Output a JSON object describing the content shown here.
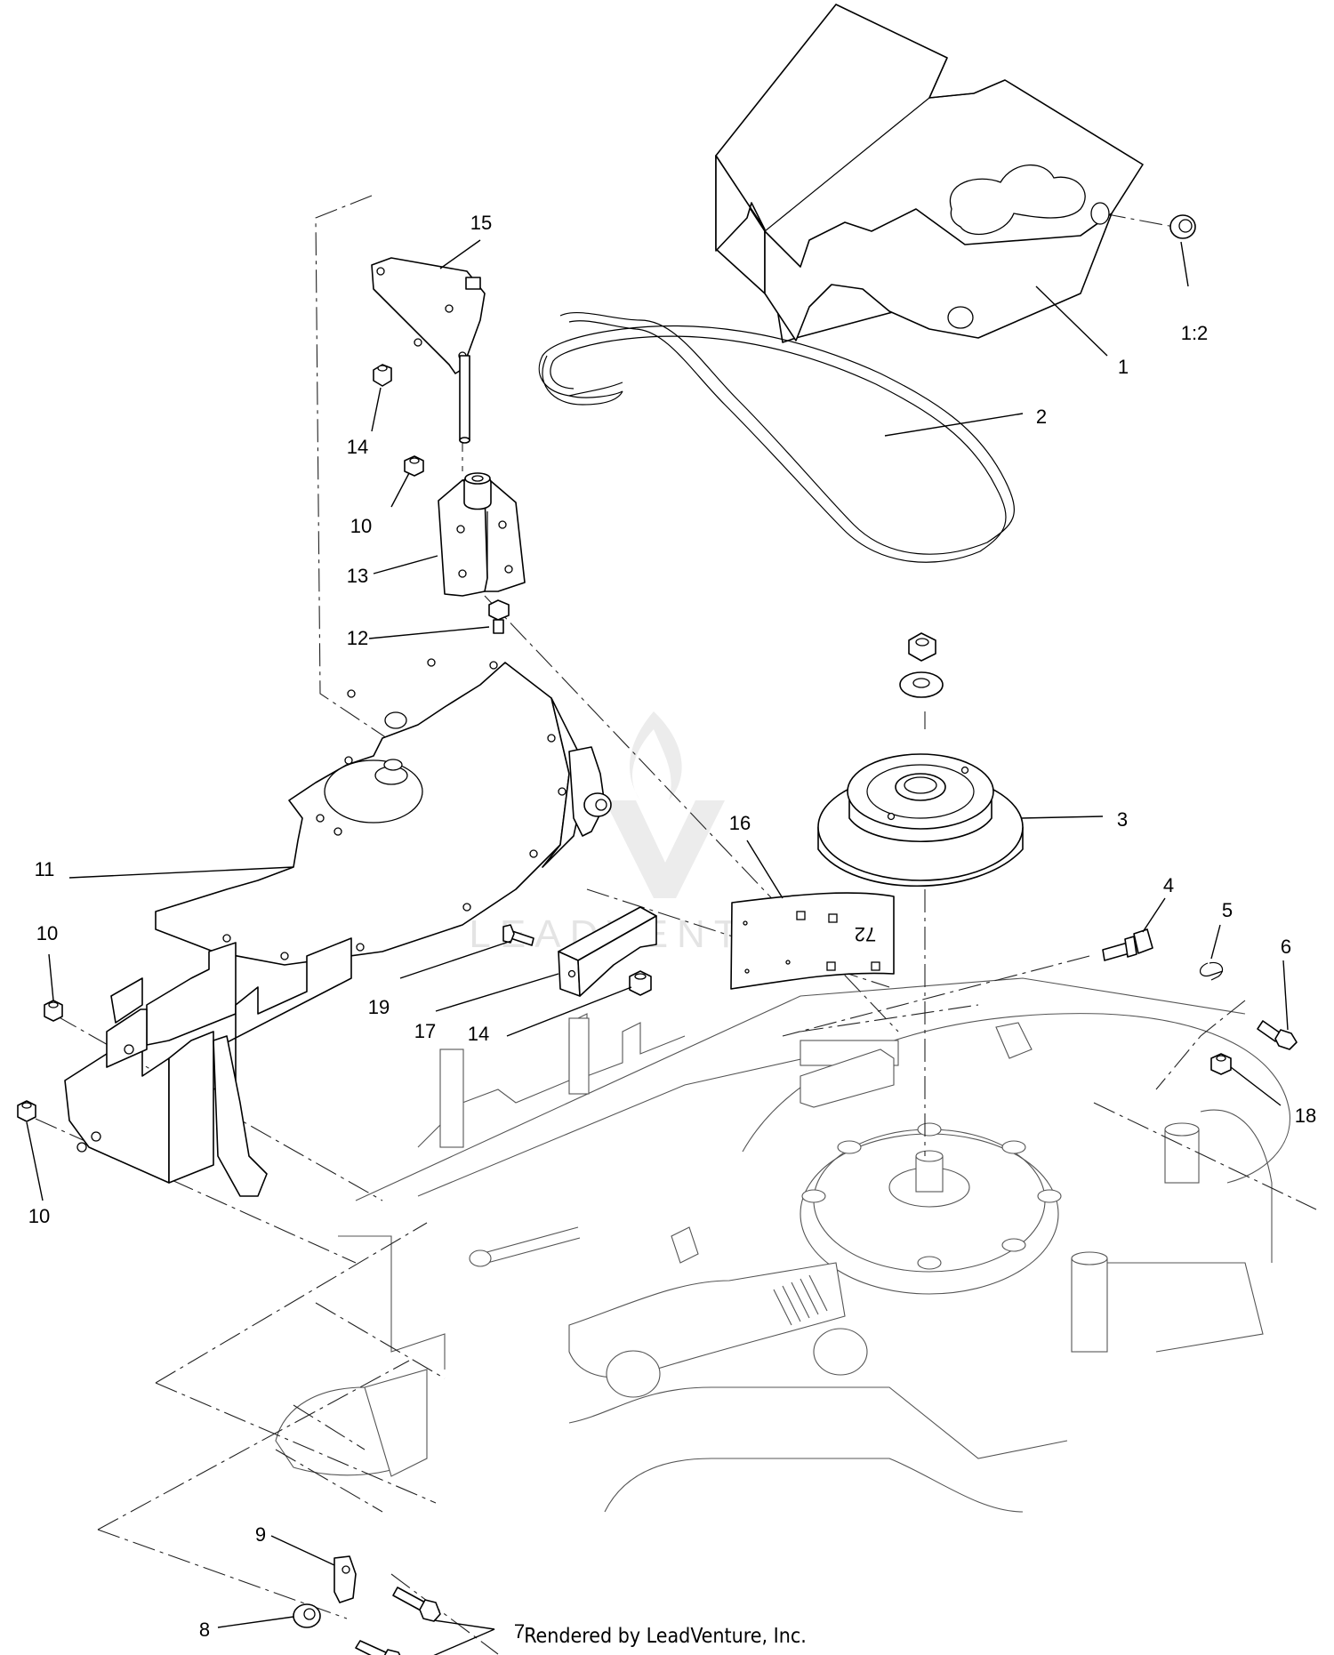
{
  "diagram": {
    "callouts": [
      {
        "id": "1",
        "label": "1"
      },
      {
        "id": "1-2",
        "label": "1:2"
      },
      {
        "id": "2",
        "label": "2"
      },
      {
        "id": "3",
        "label": "3"
      },
      {
        "id": "4",
        "label": "4"
      },
      {
        "id": "5",
        "label": "5"
      },
      {
        "id": "6",
        "label": "6"
      },
      {
        "id": "7",
        "label": "7"
      },
      {
        "id": "8",
        "label": "8"
      },
      {
        "id": "9",
        "label": "9"
      },
      {
        "id": "10a",
        "label": "10"
      },
      {
        "id": "10b",
        "label": "10"
      },
      {
        "id": "10c",
        "label": "10"
      },
      {
        "id": "11",
        "label": "11"
      },
      {
        "id": "12",
        "label": "12"
      },
      {
        "id": "13",
        "label": "13"
      },
      {
        "id": "14a",
        "label": "14"
      },
      {
        "id": "14b",
        "label": "14"
      },
      {
        "id": "15",
        "label": "15"
      },
      {
        "id": "16",
        "label": "16"
      },
      {
        "id": "17",
        "label": "17"
      },
      {
        "id": "18",
        "label": "18"
      },
      {
        "id": "19",
        "label": "19"
      }
    ],
    "decal_text": "72",
    "watermark": "LEADVENTURE",
    "footer": "Rendered by LeadVenture, Inc."
  }
}
